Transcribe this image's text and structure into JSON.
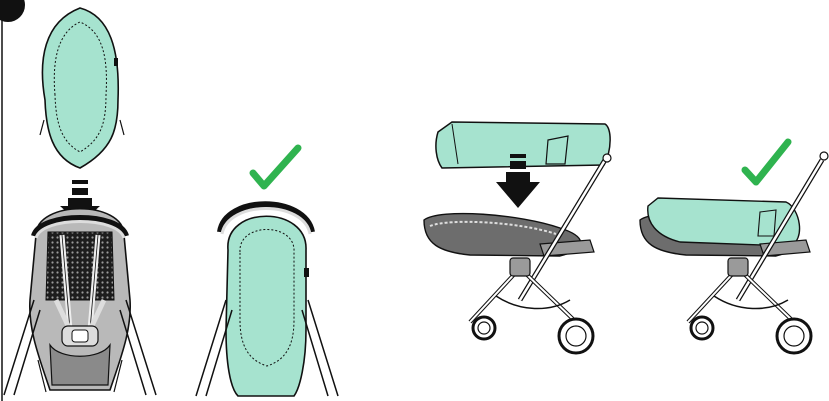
{
  "colors": {
    "liner": "#a6e3cf",
    "check": "#2fb34f",
    "outline": "#1a1a1a",
    "seat_grey": "#b9b9b9",
    "dark_grey": "#6d6d6d",
    "mesh": "#2a2a2a"
  },
  "steps": [
    {
      "name": "liner-above-seat",
      "check_visible": false
    },
    {
      "name": "liner-fitted-seat",
      "check_visible": true
    },
    {
      "name": "liner-above-stroller-side",
      "check_visible": false
    },
    {
      "name": "liner-fitted-stroller-side",
      "check_visible": true
    }
  ],
  "icons": [
    "step-number-badge-icon",
    "down-arrow-icon",
    "checkmark-icon"
  ]
}
